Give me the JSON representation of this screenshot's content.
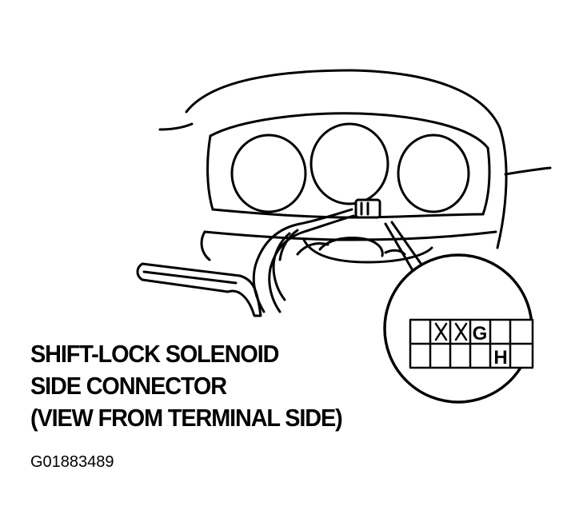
{
  "caption": {
    "line1": "SHIFT-LOCK SOLENOID",
    "line2": "SIDE CONNECTOR",
    "line3": "(VIEW FROM TERMINAL SIDE)"
  },
  "figure_id": "G01883489",
  "connector": {
    "terminal_g": "G",
    "terminal_h": "H"
  },
  "colors": {
    "ink": "#000000",
    "paper": "#ffffff"
  }
}
